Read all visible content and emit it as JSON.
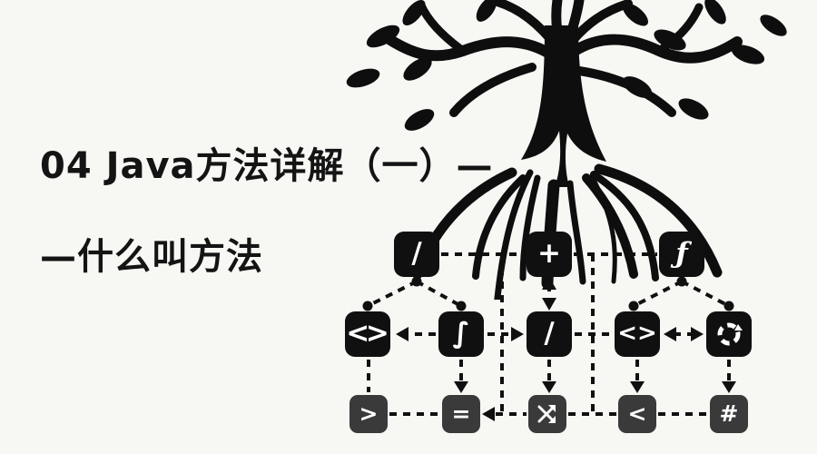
{
  "page": {
    "background_color": "#f7f7f4",
    "ink_color": "#101010",
    "secondary_node_color": "#3a3a3a",
    "description_colors": {
      "node_text": "#ffffff"
    }
  },
  "title": {
    "line1": "04 Java方法详解（一）—",
    "line2": "—什么叫方法"
  },
  "illustration": {
    "name": "black-tree-with-roots"
  },
  "flowchart": {
    "nodes": [
      {
        "id": "top-slash",
        "symbol": "/"
      },
      {
        "id": "top-plus",
        "symbol": "+"
      },
      {
        "id": "top-function",
        "symbol": "ƒ"
      },
      {
        "id": "mid-code",
        "symbol": "<>"
      },
      {
        "id": "mid-integral",
        "symbol": "∫"
      },
      {
        "id": "mid-slash",
        "symbol": "/"
      },
      {
        "id": "mid-angles",
        "symbol": "<>"
      },
      {
        "id": "mid-refresh",
        "icon": "refresh-icon"
      },
      {
        "id": "bottom-greater",
        "symbol": ">"
      },
      {
        "id": "bottom-equals",
        "symbol": "="
      },
      {
        "id": "bottom-shuffle",
        "icon": "shuffle-icon"
      },
      {
        "id": "bottom-less",
        "symbol": "<"
      },
      {
        "id": "bottom-hash",
        "symbol": "#"
      }
    ]
  }
}
